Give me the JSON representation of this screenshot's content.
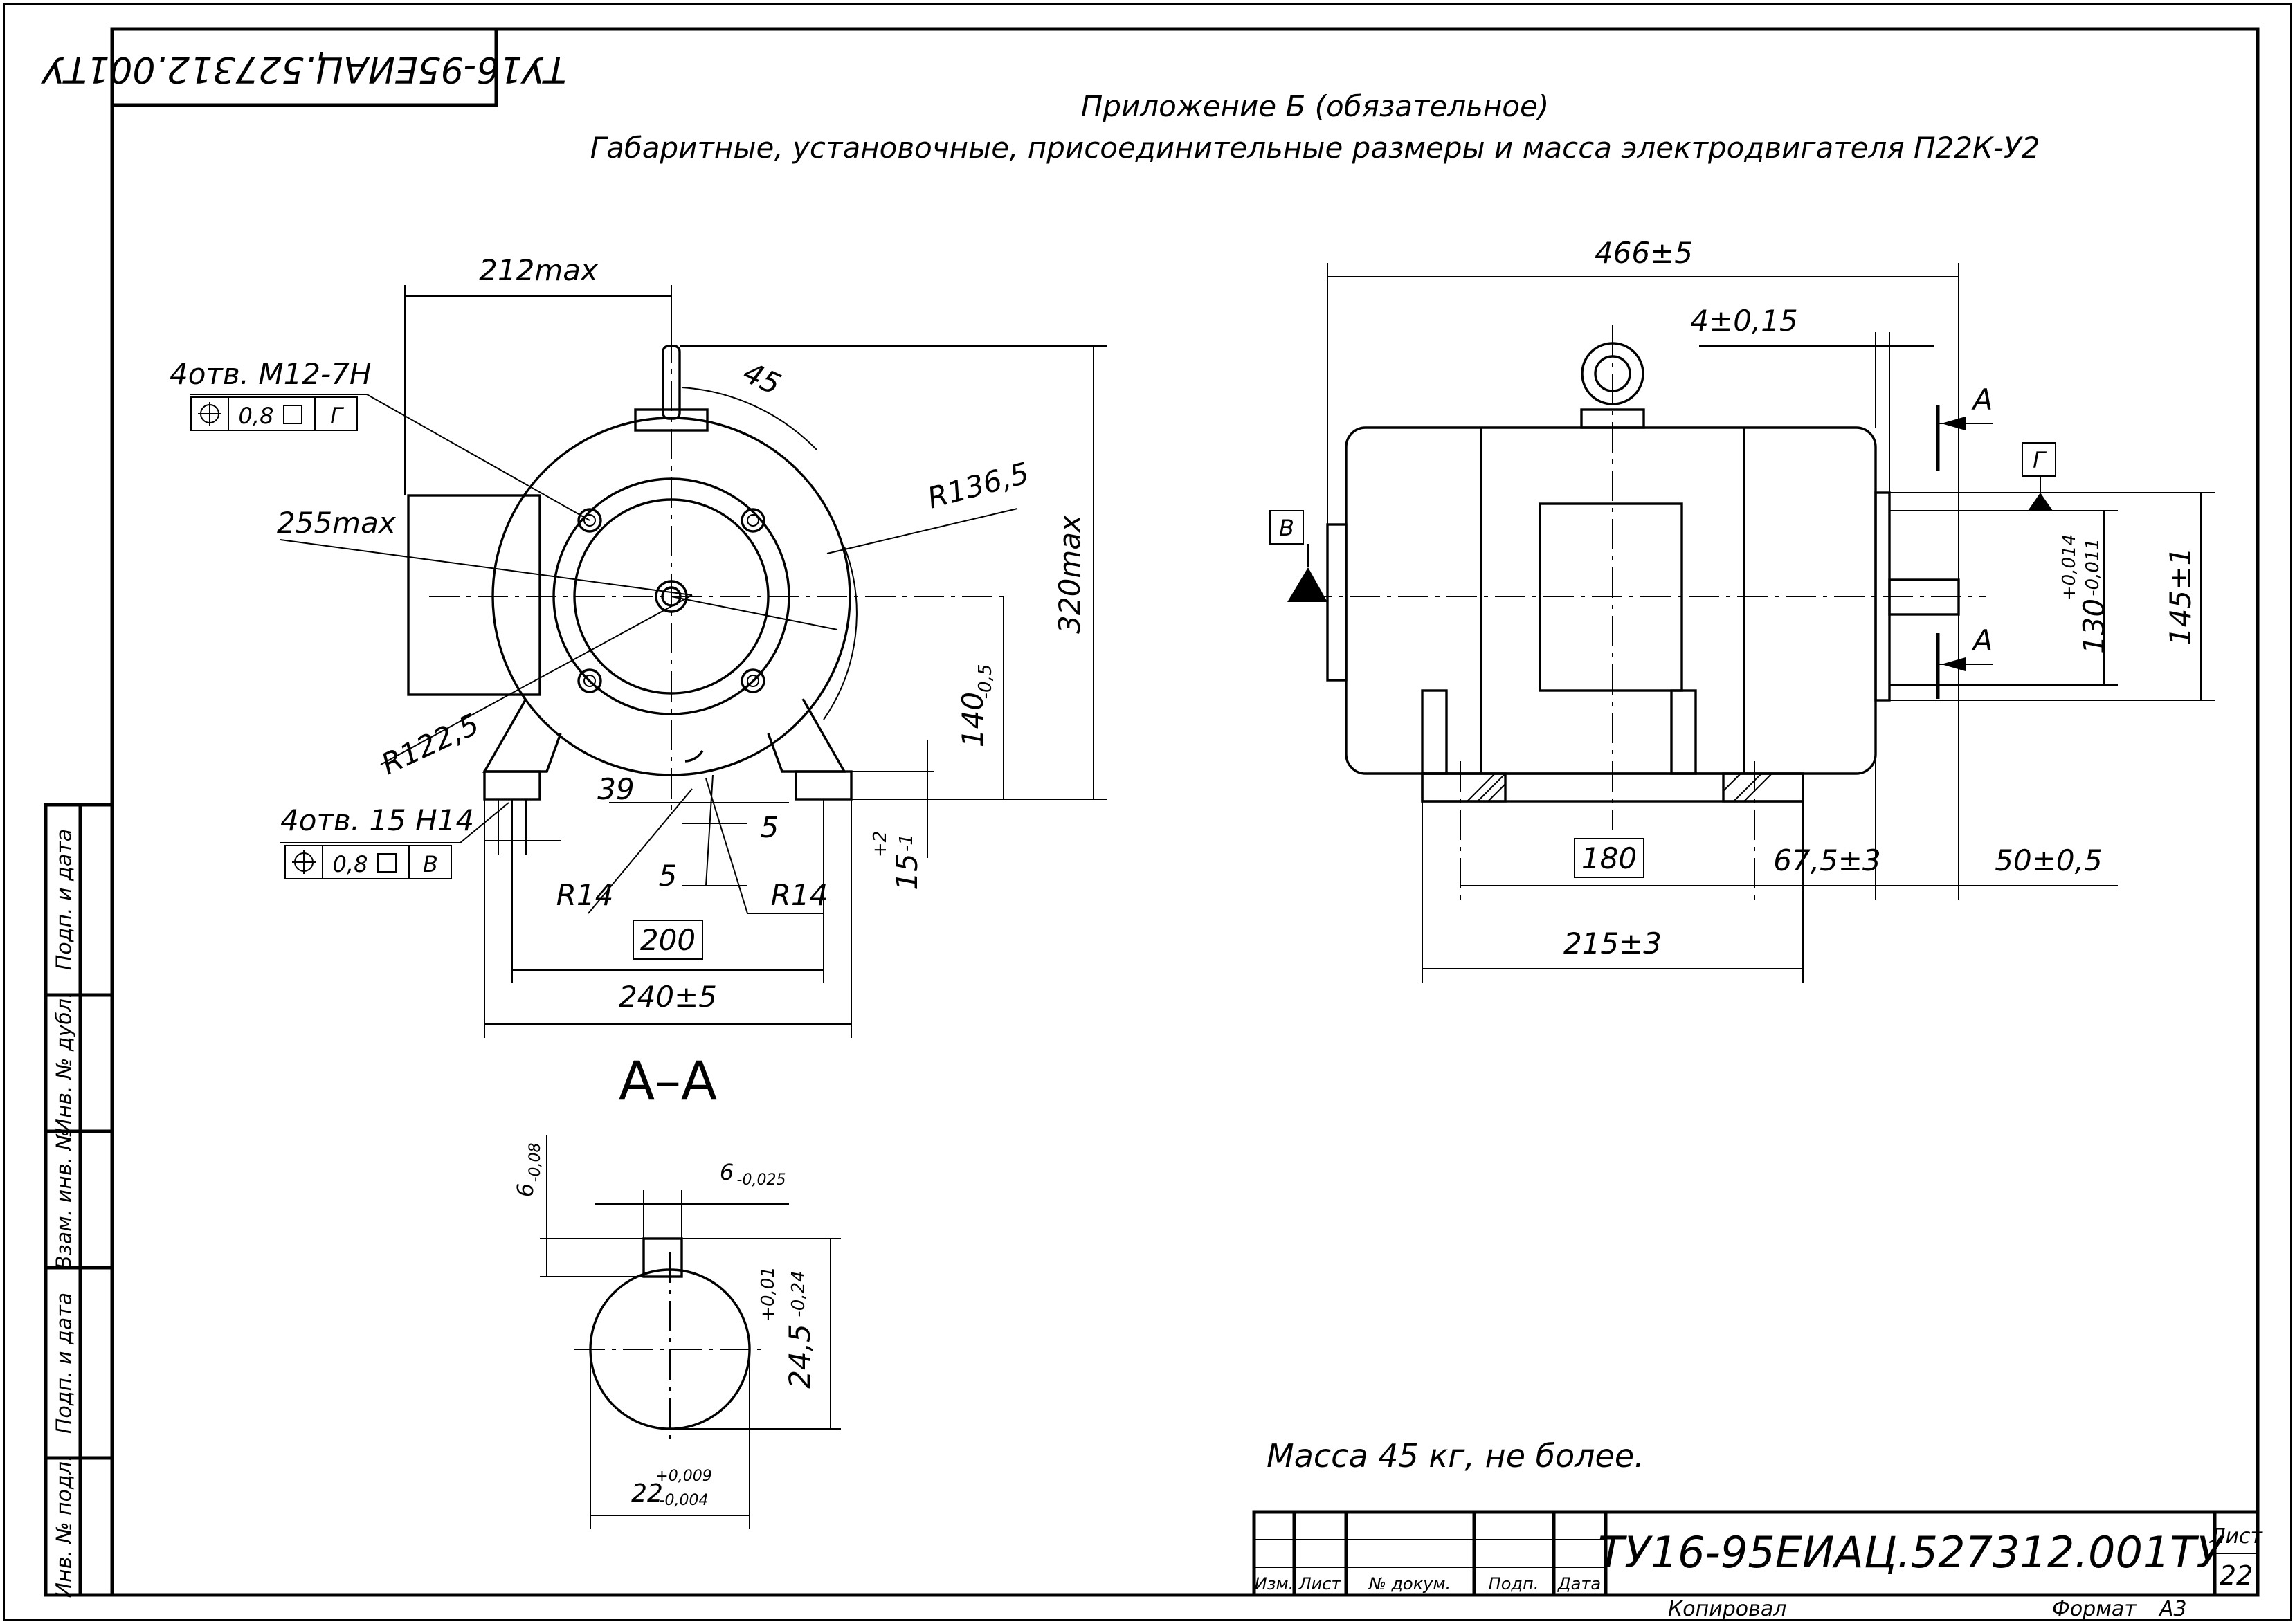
{
  "stamp_top": "ТУ16-95ЕИАЦ.527312.001ТУ",
  "title": {
    "line1": "Приложение Б (обязательное)",
    "line2": "Габаритные, установочные, присоединительные размеры и масса электродвигателя П22К-У2"
  },
  "front_view": {
    "dim_212": "212max",
    "dim_45": "45",
    "holes_top": "4отв. М12-7Н",
    "tol_top": {
      "value": "0,8",
      "datum": "Г"
    },
    "dim_255": "255max",
    "dim_R136": "R136,5",
    "dim_320": "320max",
    "dim_140": "140",
    "dim_140_tol": "-0,5",
    "dim_R122": "R122,5",
    "holes_bottom": "4отв.   15 Н14",
    "tol_bottom": {
      "value": "0,8",
      "datum": "В"
    },
    "dim_39": "39",
    "dim_5a": "5",
    "dim_5b": "5",
    "dim_R14a": "R14",
    "dim_R14b": "R14",
    "dim_15": "15",
    "dim_15_up": "+2",
    "dim_15_low": "-1",
    "dim_200": "200",
    "dim_240": "240±5"
  },
  "side_view": {
    "dim_466": "466±5",
    "dim_4": "4±0,15",
    "label_A1": "А",
    "label_A2": "А",
    "datum_G": "Г",
    "datum_V": "В",
    "dim_130": "130",
    "dim_130_up": "+0,014",
    "dim_130_low": "-0,011",
    "dim_145": "145±1",
    "dim_180": "180",
    "dim_67": "67,5±3",
    "dim_50": "50±0,5",
    "dim_215": "215±3"
  },
  "section": {
    "title": "А–А",
    "dim_6h": "6",
    "dim_6h_tol": "-0,08",
    "dim_6w": "6",
    "dim_6w_tol": "-0,025",
    "dim_24": "24,5",
    "dim_24_up": "+0,01",
    "dim_24_low": "-0,24",
    "dim_22": "22",
    "dim_22_up": "+0,009",
    "dim_22_low": "-0,004"
  },
  "mass_note": "Масса 45 кг, не более.",
  "side_stamp": [
    "Инв. № подл.",
    "Подп. и дата",
    "Взам. инв. №",
    "Инв. № дубл.",
    "Подп. и дата"
  ],
  "title_block": {
    "designation": "ТУ16-95ЕИАЦ.527312.001ТУ",
    "sheet_label": "Лист",
    "sheet_number": "22",
    "cols": [
      "Изм.",
      "Лист",
      "№ докум.",
      "Подп.",
      "Дата"
    ],
    "copied": "Копировал",
    "format_label": "Формат",
    "format_value": "А3"
  }
}
